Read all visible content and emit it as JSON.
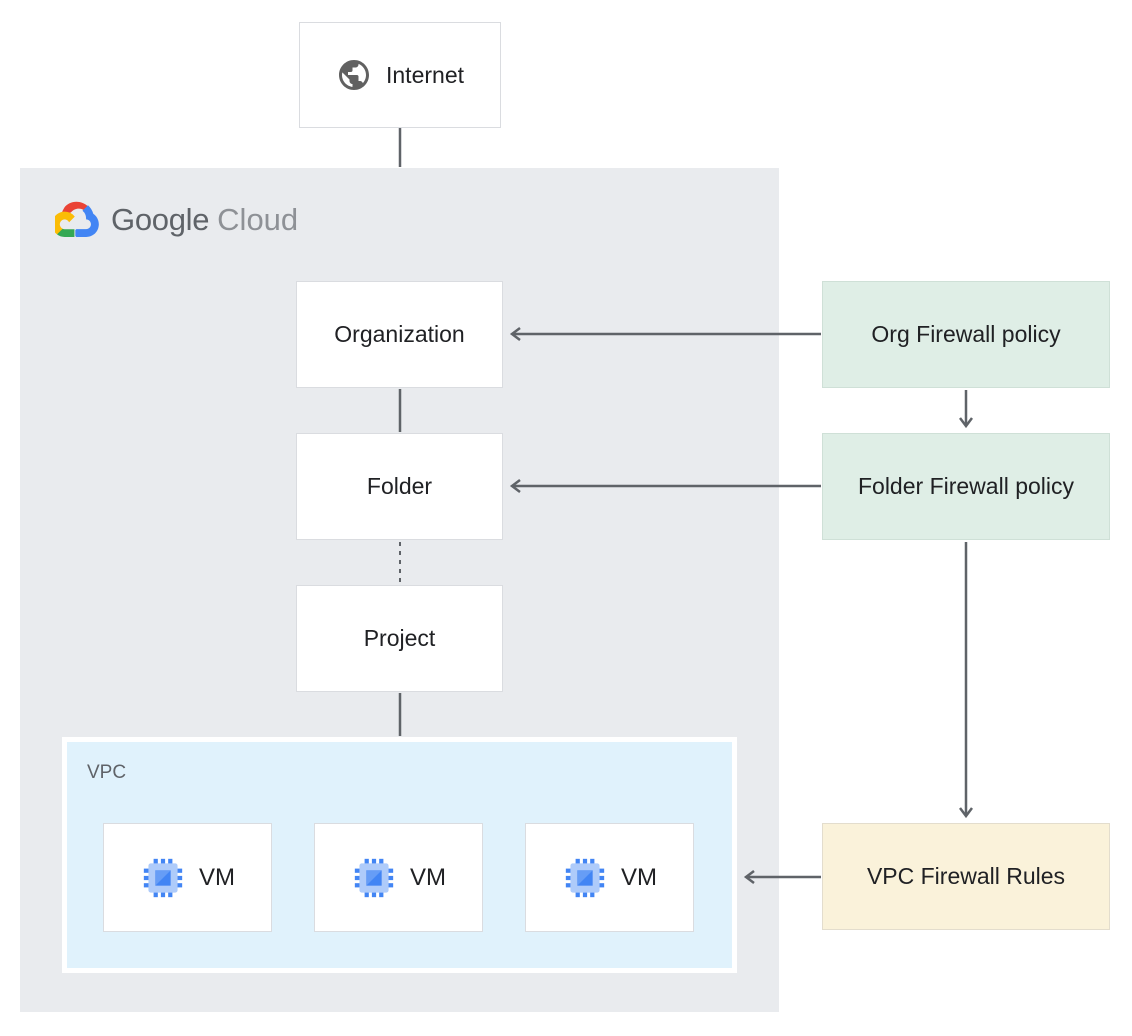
{
  "diagram": {
    "internet": {
      "label": "Internet",
      "icon": "globe-icon"
    },
    "google_cloud": {
      "brand_primary": "Google",
      "brand_secondary": "Cloud",
      "icon": "google-cloud-logo-icon"
    },
    "hierarchy": {
      "organization": {
        "label": "Organization"
      },
      "folder": {
        "label": "Folder"
      },
      "project": {
        "label": "Project"
      }
    },
    "vpc": {
      "label": "VPC",
      "vms": [
        {
          "label": "VM",
          "icon": "compute-engine-icon"
        },
        {
          "label": "VM",
          "icon": "compute-engine-icon"
        },
        {
          "label": "VM",
          "icon": "compute-engine-icon"
        }
      ]
    },
    "policies": {
      "org": {
        "label": "Org Firewall policy"
      },
      "folder": {
        "label": "Folder Firewall policy"
      },
      "vpc_rules": {
        "label": "VPC Firewall Rules"
      }
    },
    "colors": {
      "gcp_container_bg": "#e9ebee",
      "vpc_container_bg": "#e0f2fc",
      "policy_green_bg": "#dfeee6",
      "policy_yellow_bg": "#faf2da",
      "node_bg": "#ffffff",
      "node_border": "#dadce0",
      "arrow": "#5f6368",
      "text": "#202124",
      "vm_icon_light_blue": "#aecbfa",
      "vm_icon_blue": "#4285f4",
      "vm_icon_mid_blue": "#669df6"
    }
  }
}
